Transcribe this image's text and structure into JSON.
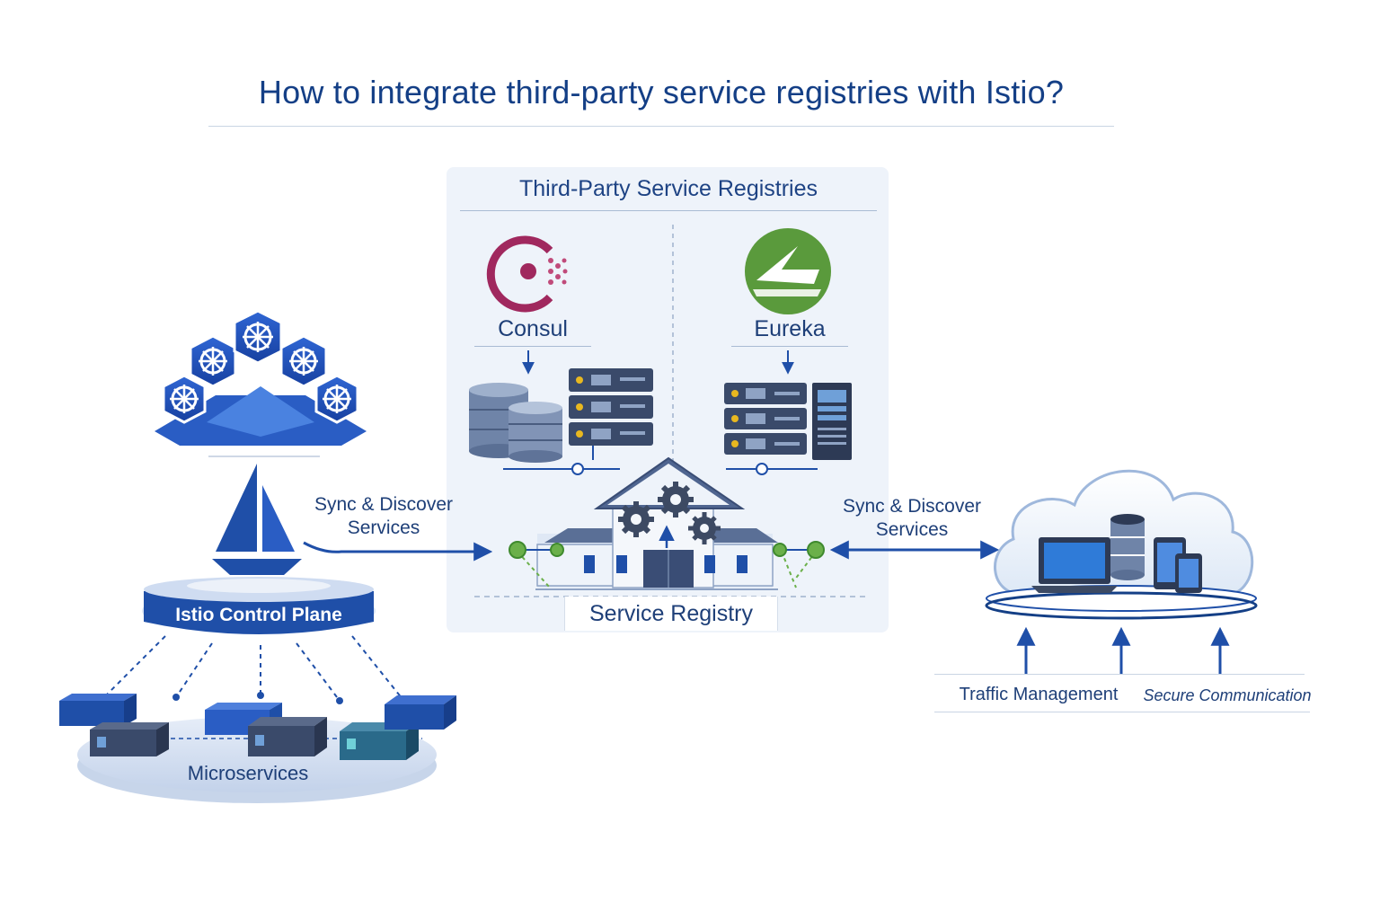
{
  "title": "How to integrate third-party service registries with Istio?",
  "registries": {
    "heading": "Third-Party Service Registries",
    "consul_label": "Consul",
    "eureka_label": "Eureka",
    "service_registry_label": "Service Registry"
  },
  "left": {
    "sync_line1": "Sync & Discover",
    "sync_line2": "Services",
    "control_plane_label": "Istio Control Plane",
    "microservices_label": "Microservices"
  },
  "right": {
    "sync_line1": "Sync & Discover",
    "sync_line2": "Services",
    "traffic_label": "Traffic Management",
    "secure_label": "Secure Communication"
  },
  "icons": [
    "kubernetes-cluster-icon",
    "istio-sail-icon",
    "consul-logo-icon",
    "eureka-logo-icon",
    "database-icon",
    "server-rack-icon",
    "service-registry-building-icon",
    "gear-icon",
    "cloud-icon",
    "laptop-icon",
    "mobile-device-icon",
    "microservice-container-icon"
  ],
  "colors": {
    "primary_blue": "#1f4fa8",
    "navy": "#143f86",
    "consul_magenta": "#a0285e",
    "eureka_green": "#5a9a3c",
    "node_green": "#6bb04a",
    "panel_bg": "#eef3fa"
  }
}
